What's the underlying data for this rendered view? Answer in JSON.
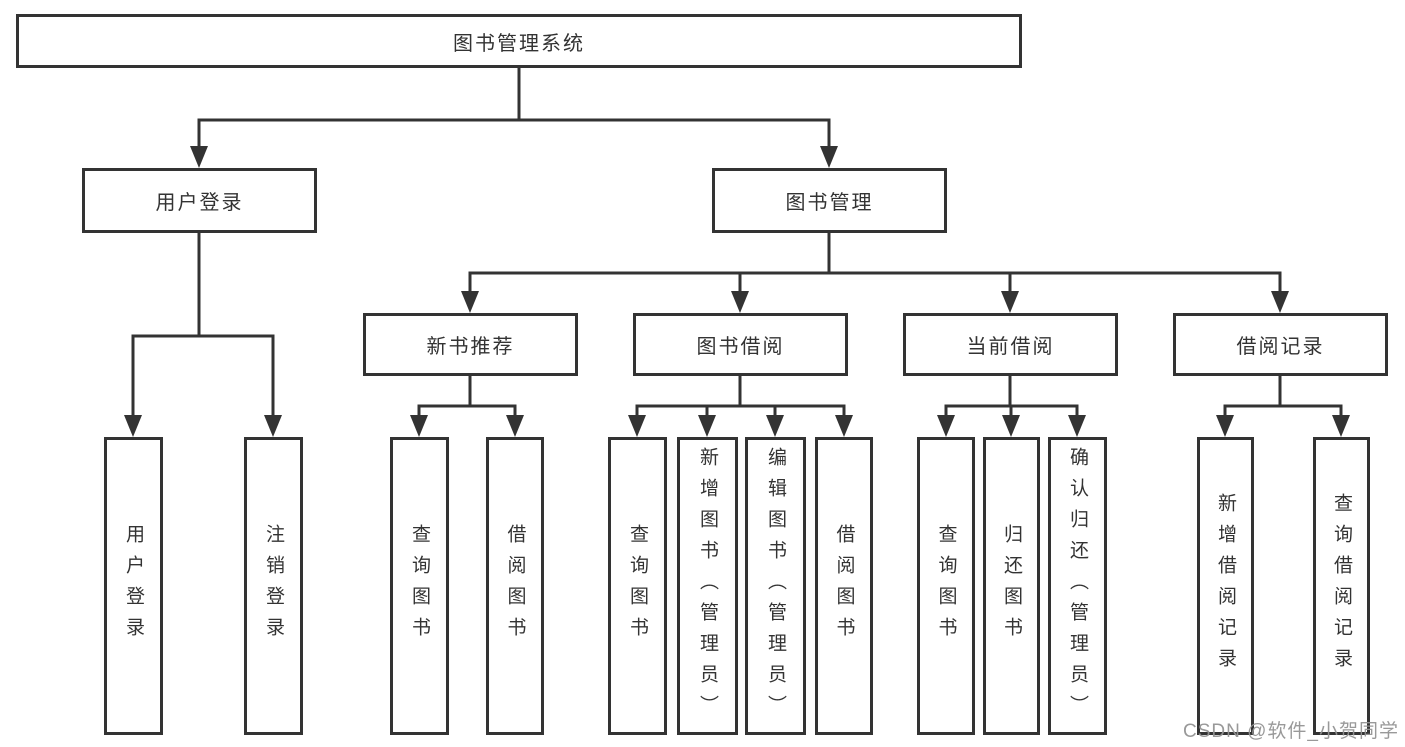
{
  "diagram": {
    "root": {
      "label": "图书管理系统"
    },
    "level2": [
      {
        "label": "用户登录",
        "children": [
          {
            "label": "用户登录"
          },
          {
            "label": "注销登录"
          }
        ]
      },
      {
        "label": "图书管理",
        "children": [
          {
            "label": "新书推荐",
            "children": [
              {
                "label": "查询图书"
              },
              {
                "label": "借阅图书"
              }
            ]
          },
          {
            "label": "图书借阅",
            "children": [
              {
                "label": "查询图书"
              },
              {
                "label": "新增图书（管理员）"
              },
              {
                "label": "编辑图书（管理员）"
              },
              {
                "label": "借阅图书"
              }
            ]
          },
          {
            "label": "当前借阅",
            "children": [
              {
                "label": "查询图书"
              },
              {
                "label": "归还图书"
              },
              {
                "label": "确认归还（管理员）"
              }
            ]
          },
          {
            "label": "借阅记录",
            "children": [
              {
                "label": "新增借阅记录"
              },
              {
                "label": "查询借阅记录"
              }
            ]
          }
        ]
      }
    ]
  },
  "watermark": {
    "text": "CSDN @软件_小贺同学"
  },
  "colors": {
    "line": "#333333",
    "box_border": "#333333",
    "text": "#333333",
    "background": "#ffffff",
    "watermark": "#949494"
  }
}
